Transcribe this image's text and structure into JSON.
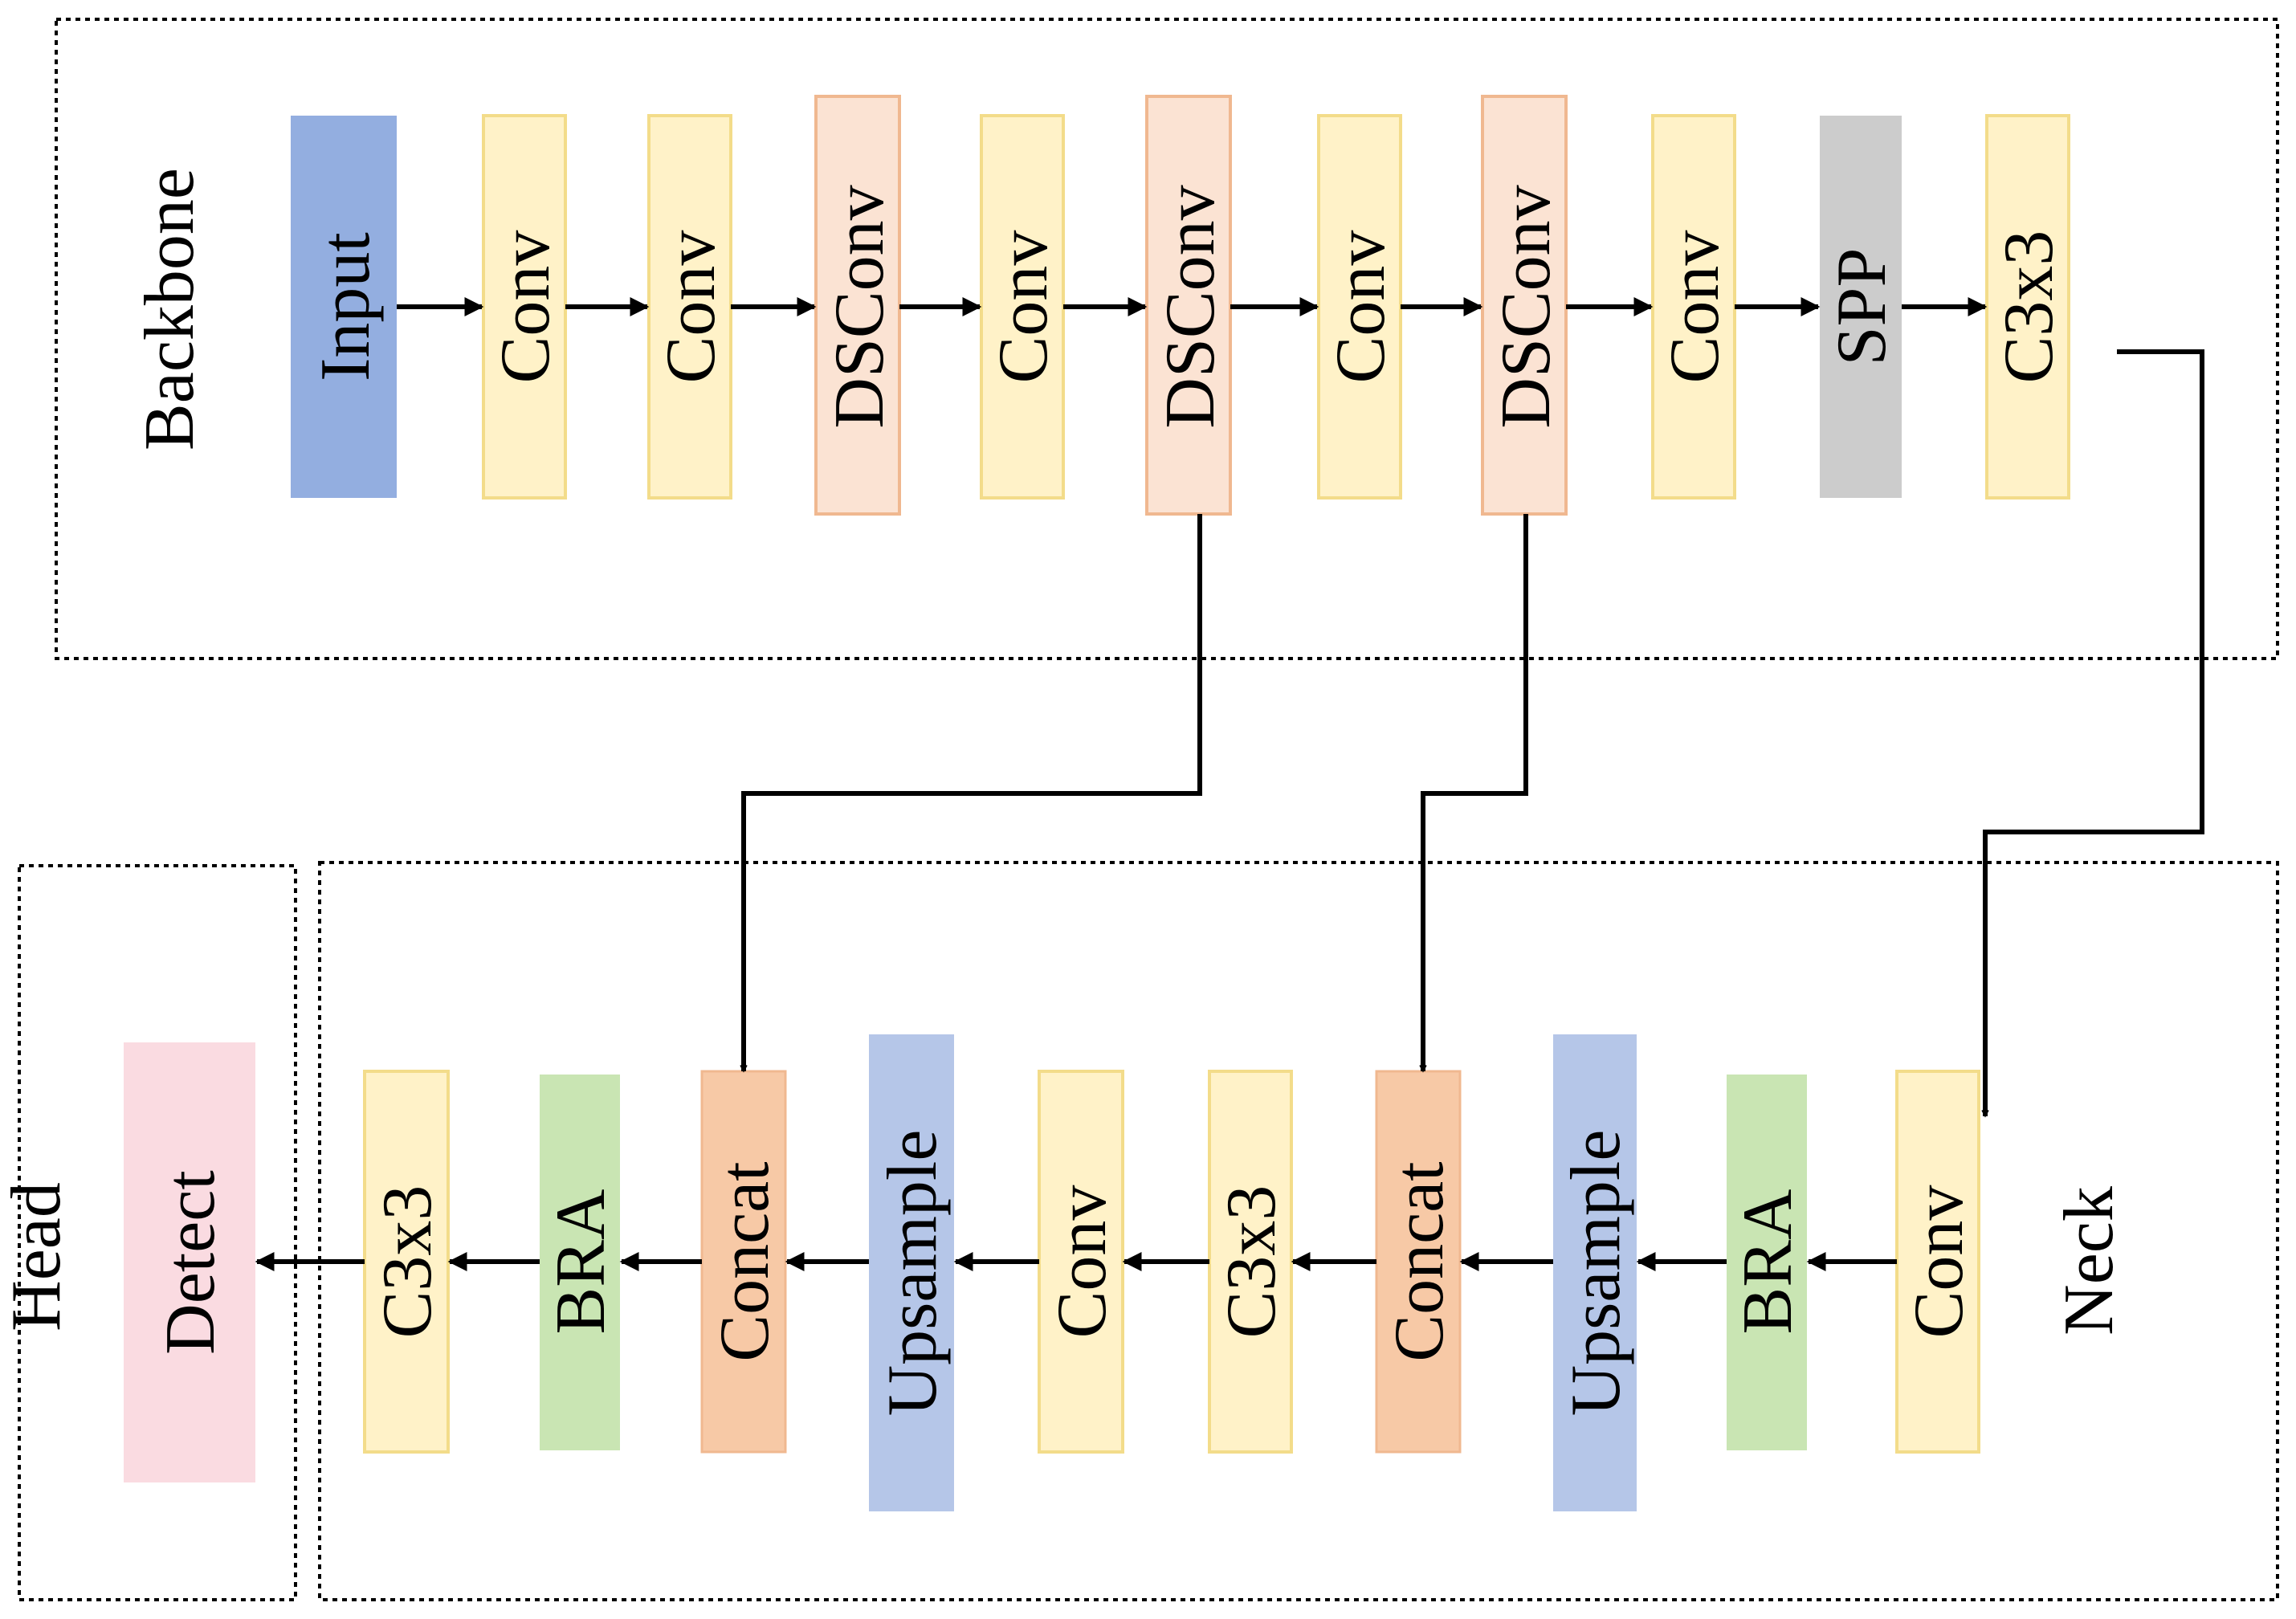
{
  "sections": {
    "backbone": "Backbone",
    "neck": "Neck",
    "head": "Head"
  },
  "backbone_blocks": [
    "Input",
    "Conv",
    "Conv",
    "DSConv",
    "Conv",
    "DSConv",
    "Conv",
    "DSConv",
    "Conv",
    "SPP",
    "C3x3"
  ],
  "neck_blocks": [
    "Conv",
    "BRA",
    "Upsample",
    "Concat",
    "C3x3",
    "Conv",
    "Upsample",
    "Concat",
    "BRA",
    "C3x3"
  ],
  "head_blocks": [
    "Detect"
  ],
  "colors": {
    "input": "#93aee0",
    "conv": "#fff2c8",
    "conv_border": "#f3dc8a",
    "dsconv": "#fbe3d3",
    "dsconv_border": "#f0b890",
    "spp": "#cccccc",
    "bra": "#c9e5b3",
    "upsample": "#b5c6e8",
    "concat": "#f7c9a6",
    "detect": "#fadbe1"
  }
}
